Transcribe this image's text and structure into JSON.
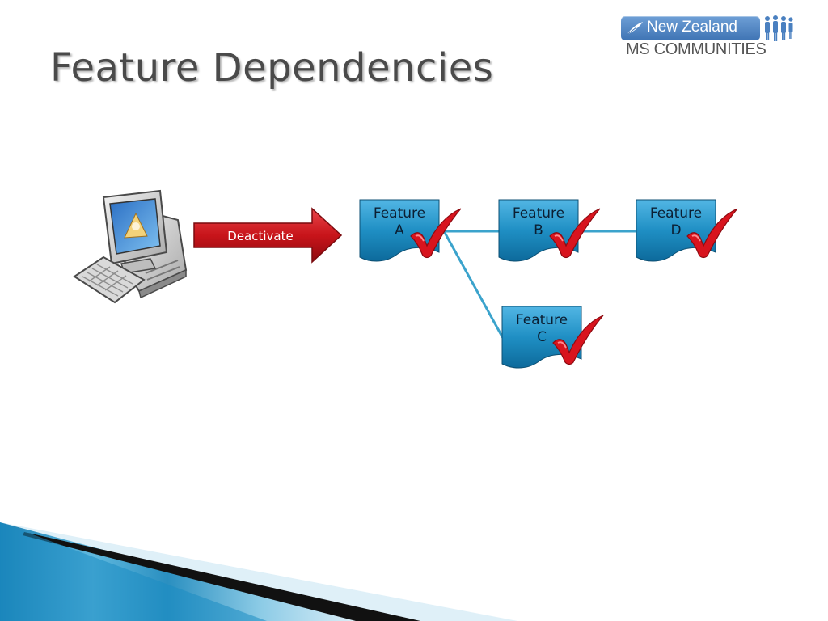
{
  "slide": {
    "title": "Feature Dependencies"
  },
  "logo": {
    "line1": "New Zealand",
    "line2": "MS COMMUNITIES"
  },
  "diagram": {
    "action_label": "Deactivate",
    "features": [
      {
        "line1": "Feature",
        "line2": "A",
        "checked": true
      },
      {
        "line1": "Feature",
        "line2": "B",
        "checked": true
      },
      {
        "line1": "Feature",
        "line2": "C",
        "checked": true
      },
      {
        "line1": "Feature",
        "line2": "D",
        "checked": true
      }
    ],
    "dependencies": [
      [
        "A",
        "B"
      ],
      [
        "B",
        "D"
      ],
      [
        "A",
        "C"
      ]
    ]
  },
  "colors": {
    "feature_fill": "#1f8fc4",
    "connector": "#3ba3cc",
    "arrow": "#c8141a",
    "check": "#d8141e",
    "title": "#4a4a4a",
    "logo_blue": "#4a80c0"
  },
  "icons": {
    "computer": "computer-icon",
    "checkmark": "checkmark-icon",
    "feather": "feather-icon",
    "people": "people-icon"
  }
}
